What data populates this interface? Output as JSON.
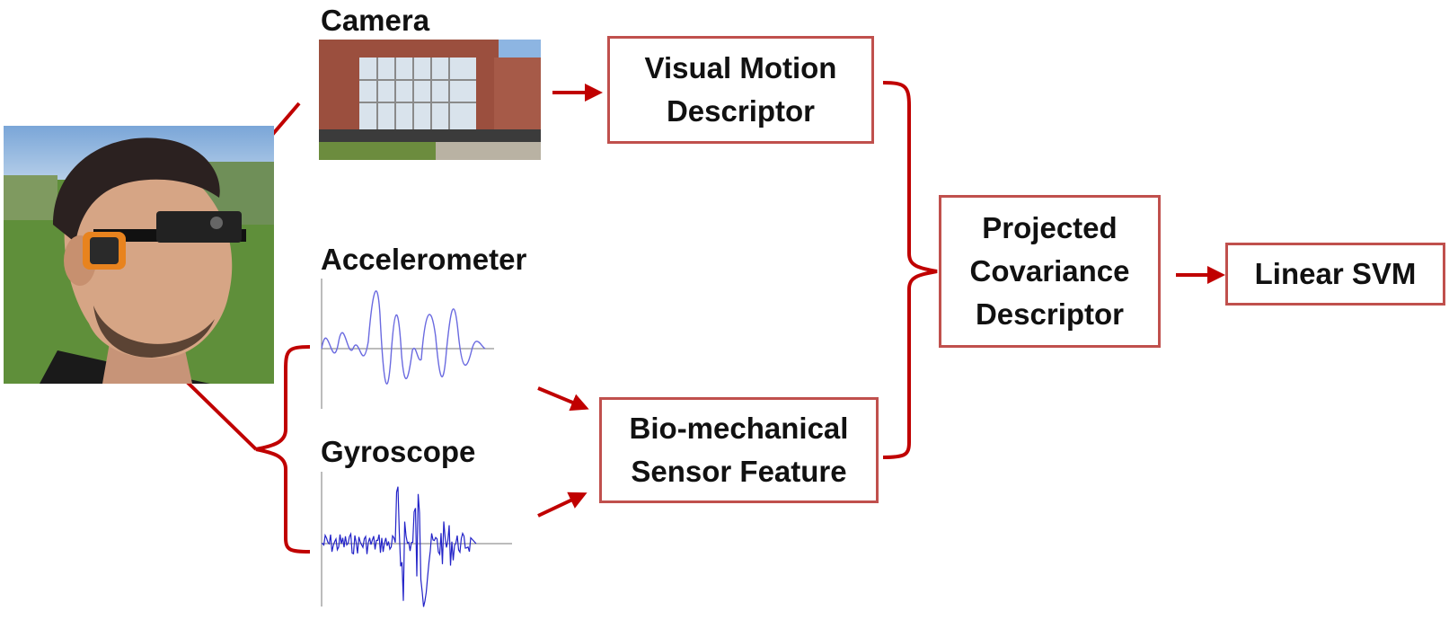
{
  "inputs": {
    "camera": "Camera",
    "accelerometer": "Accelerometer",
    "gyroscope": "Gyroscope"
  },
  "boxes": {
    "visual_motion": [
      "Visual Motion",
      "Descriptor"
    ],
    "biomech": [
      "Bio-mechanical",
      "Sensor Feature"
    ],
    "covariance": [
      "Projected",
      "Covariance",
      "Descriptor"
    ],
    "svm": [
      "Linear SVM"
    ]
  },
  "colors": {
    "arrow": "#c00000",
    "box_border": "#c0504d",
    "signal": "#6a6ae0"
  }
}
